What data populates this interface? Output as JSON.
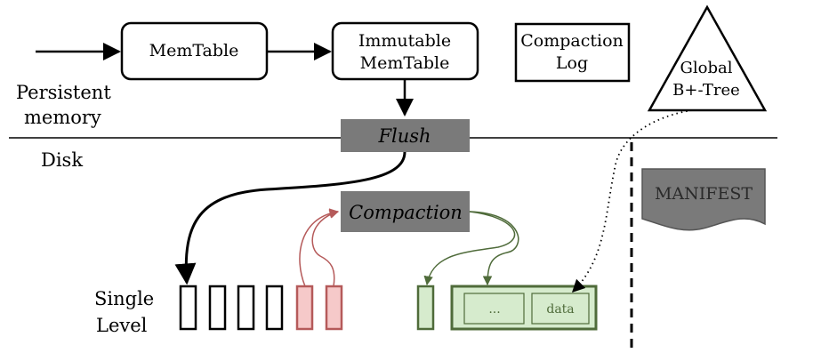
{
  "nodes": {
    "memtable": "MemTable",
    "immutable_line1": "Immutable",
    "immutable_line2": "MemTable",
    "compaction_log_line1": "Compaction",
    "compaction_log_line2": "Log",
    "global_tree_line1": "Global",
    "global_tree_line2": "B+-Tree",
    "flush": "Flush",
    "compaction": "Compaction",
    "manifest": "MANIFEST",
    "leaf_ellipsis": "...",
    "leaf_data": "data"
  },
  "regions": {
    "persistent_line1": "Persistent",
    "persistent_line2": "memory",
    "disk": "Disk",
    "level_line1": "Single",
    "level_line2": "Level"
  },
  "colors": {
    "red_stroke": "#b55a5a",
    "red_fill": "#f6c9c9",
    "green_stroke": "#4f6b3a",
    "green_fill": "#d6ebcd",
    "gray_box": "#7a7a7a",
    "black": "#000000"
  }
}
